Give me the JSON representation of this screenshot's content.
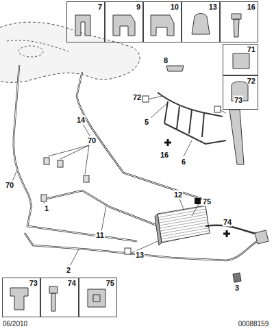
{
  "diagram": {
    "nodes": [
      {
        "text": [
          "7"
        ]
      },
      {
        "text": [
          "9"
        ]
      },
      {
        "text": [
          "10"
        ]
      },
      {
        "text": [
          "13"
        ]
      },
      {
        "text": [
          "16"
        ]
      },
      {
        "text": [
          "71"
        ]
      },
      {
        "text": [
          "72"
        ]
      },
      {
        "text": [
          "73"
        ]
      },
      {
        "text": [
          "74"
        ]
      },
      {
        "text": [
          "75"
        ]
      }
    ],
    "labels": [
      "8",
      "72",
      "5",
      "73",
      "16",
      "6",
      "14",
      "70",
      "1",
      "70",
      "11",
      "12",
      "75",
      "74",
      "2",
      "13",
      "3",
      "06/2010",
      "00088159"
    ]
  }
}
